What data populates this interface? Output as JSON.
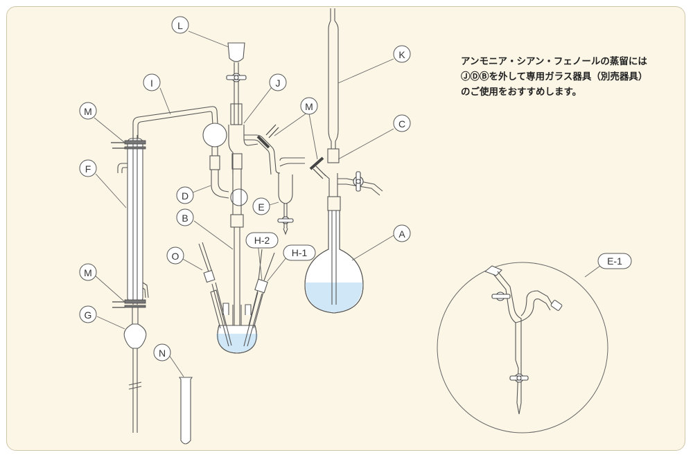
{
  "note": {
    "line1": "アンモニア・シアン・フェノールの蒸留には",
    "line2": "ⒿⒹⒷを外して専用ガラス器具（別売器具）",
    "line3": "のご使用をおすすめします。"
  },
  "labels": {
    "L": "L",
    "I": "I",
    "J": "J",
    "M": "M",
    "K": "K",
    "C": "C",
    "F": "F",
    "D": "D",
    "E": "E",
    "B": "B",
    "A": "A",
    "O": "O",
    "H2": "H-2",
    "H1": "H-1",
    "G": "G",
    "N": "N",
    "E1": "E-1"
  },
  "colors": {
    "panel": "#fbf6e6",
    "liquid": "#cfe7f6",
    "line": "#555555"
  }
}
